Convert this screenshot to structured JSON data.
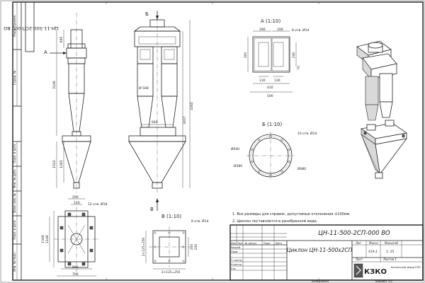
{
  "stamp_code_top": "ЦН-11-500-2СП-000 ВО",
  "left_margin": {
    "perv_primen": "Перв. примен.",
    "sprav_no": "Справ. №",
    "podp_data": "Подп. и дата",
    "inv_dubl": "Инв. № дубл.",
    "vzam_inv": "Взам. инв. №",
    "podp_data_2": "Подп. и дата",
    "inv_podl": "Инв. № подл."
  },
  "views": {
    "a_arrow": "А",
    "b_arrow": "Б",
    "a_title": "А (1:10)",
    "b_title": "Б (1:10)",
    "v_title": "В (1:10)",
    "v_arrow": "В"
  },
  "dims_front": {
    "d695": "695",
    "d2146": "2146",
    "d1510": "1510",
    "d1265": "1265",
    "d4345": "4345",
    "d3437": "3437",
    "d640": "640",
    "d508": "Ø 508"
  },
  "dims_a": {
    "d190a": "190",
    "d190b": "190",
    "holes": "8 отв. Ø14",
    "d300": "300",
    "d240": "240",
    "d70": "70",
    "d130a": "130",
    "d130b": "130",
    "d410": "410",
    "d500": "500"
  },
  "dims_b": {
    "holes": "10 отв. Ø14",
    "d440": "Ø440",
    "d380": "Ø380",
    "d480": "Ø480"
  },
  "dims_v": {
    "holes": "8 отв. Ø14",
    "d200": "200",
    "d250": "250",
    "v2": "2×125=250",
    "h2": "2×125=250"
  },
  "dims_plan": {
    "d200": "200",
    "d140": "140",
    "holes": "12 отв. Ø18",
    "d596": "596",
    "d706": "706",
    "d1146": "1146",
    "d1346": "1346"
  },
  "notes": [
    "1. Все размеры для справок, допустимые отклонения ±100мм.",
    "2. Циклон поставляется в разобранном виде."
  ],
  "title_block": {
    "doc_code": "ЦН-11-500-2СП-000 ВО",
    "name": "Циклон ЦН-11-500х2СП",
    "lit": "Лит",
    "massa": "Масса",
    "masshtab": "Масштаб",
    "mass_value": "419,1",
    "scale_value": "1: 25",
    "list": "Лист",
    "listov": "Листов 1",
    "izm": "Изм",
    "list_col": "Лист",
    "ndokum": "№ докум.",
    "podp": "Подп.",
    "data": "Дата",
    "razrab": "Разраб.",
    "prov": "Пров.",
    "t_kontr": "Т. контр.",
    "n_kontr": "Н.контр.",
    "utv": "Утв.",
    "company": "КЗКО",
    "company_sub": "Котельный завод РЭП",
    "kopiroval": "Копировал",
    "format": "Формат А3"
  }
}
